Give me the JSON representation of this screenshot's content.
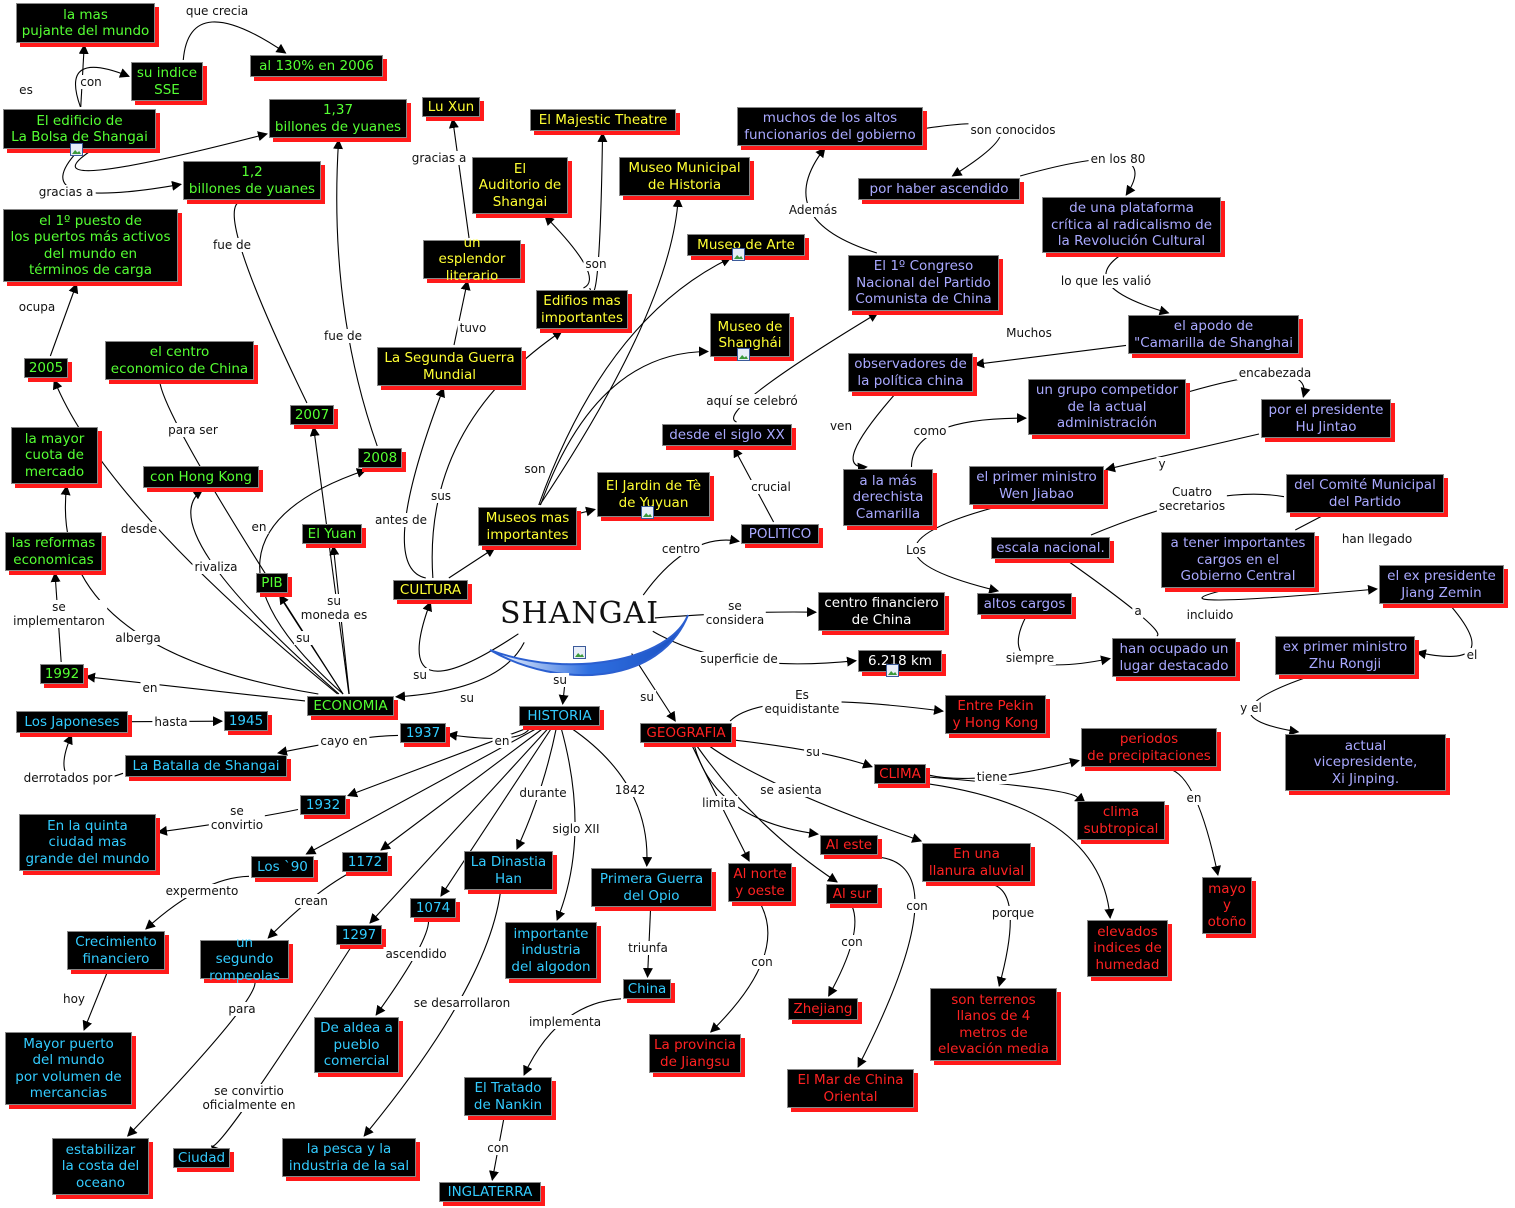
{
  "center": {
    "title": "SHANGAI"
  },
  "nodes": [
    {
      "id": "pujante",
      "text": "la mas\npujante del mundo",
      "c": "g"
    },
    {
      "id": "sse",
      "text": "su indice\nSSE",
      "c": "g"
    },
    {
      "id": "130",
      "text": "al 130% en 2006",
      "c": "g"
    },
    {
      "id": "bolsa",
      "text": "El edificio de\nLa Bolsa de Shangai",
      "c": "g"
    },
    {
      "id": "137",
      "text": "1,37\nbillones de yuanes",
      "c": "g"
    },
    {
      "id": "12",
      "text": "1,2\nbillones de yuanes",
      "c": "g"
    },
    {
      "id": "puesto",
      "text": "el 1º puesto de\nlos puertos más activos\ndel mundo en\ntérminos de carga",
      "c": "g"
    },
    {
      "id": "2005",
      "text": "2005",
      "c": "g"
    },
    {
      "id": "centroeco",
      "text": "el centro\neconomico de China",
      "c": "g"
    },
    {
      "id": "2007",
      "text": "2007",
      "c": "g"
    },
    {
      "id": "2008",
      "text": "2008",
      "c": "g"
    },
    {
      "id": "mayorcuota",
      "text": "la mayor\ncuota de\nmercado",
      "c": "g"
    },
    {
      "id": "hongkong",
      "text": "con Hong Kong",
      "c": "g"
    },
    {
      "id": "yuan",
      "text": "El Yuan",
      "c": "g"
    },
    {
      "id": "reformas",
      "text": "las reformas\neconomicas",
      "c": "g"
    },
    {
      "id": "pib",
      "text": "PIB",
      "c": "g"
    },
    {
      "id": "1992",
      "text": "1992",
      "c": "g"
    },
    {
      "id": "economia",
      "text": "ECONOMIA",
      "c": "g"
    },
    {
      "id": "luxun",
      "text": "Lu Xun",
      "c": "y"
    },
    {
      "id": "majestic",
      "text": "El Majestic Theatre",
      "c": "y"
    },
    {
      "id": "auditorio",
      "text": "El\nAuditorio de\nShangai",
      "c": "y"
    },
    {
      "id": "esplendor",
      "text": "un esplendor\nliterario",
      "c": "y"
    },
    {
      "id": "edificios",
      "text": "Edifios mas\nimportantes",
      "c": "y"
    },
    {
      "id": "segunda",
      "text": "La Segunda Guerra\nMundial",
      "c": "y"
    },
    {
      "id": "museohist",
      "text": "Museo Municipal\nde Historia",
      "c": "y"
    },
    {
      "id": "museoarte",
      "text": "Museo de Arte",
      "c": "y"
    },
    {
      "id": "museoshang",
      "text": "Museo de\nShanghái",
      "c": "y"
    },
    {
      "id": "jardin",
      "text": "El Jardin de Tè\nde Yuyuan",
      "c": "y"
    },
    {
      "id": "museos",
      "text": "Museos mas\nimportantes",
      "c": "y"
    },
    {
      "id": "cultura",
      "text": "CULTURA",
      "c": "y"
    },
    {
      "id": "funcionarios",
      "text": "muchos de los altos\nfuncionarios del gobierno",
      "c": "p"
    },
    {
      "id": "ascendido",
      "text": "por haber ascendido",
      "c": "p"
    },
    {
      "id": "plataforma",
      "text": "de una plataforma\ncrítica al radicalismo de\nla Revolución Cultural",
      "c": "p"
    },
    {
      "id": "congreso",
      "text": "El 1º Congreso\nNacional del Partido\nComunista de China",
      "c": "p"
    },
    {
      "id": "camarilla",
      "text": "el apodo de\n\"Camarilla de Shanghai",
      "c": "p"
    },
    {
      "id": "observadores",
      "text": "observadores de\nla política china",
      "c": "p"
    },
    {
      "id": "competidor",
      "text": "un grupo competidor\nde la actual\nadministración",
      "c": "p"
    },
    {
      "id": "hujintao",
      "text": "por el presidente\nHu Jintao",
      "c": "p"
    },
    {
      "id": "sigloxx",
      "text": "desde el siglo XX",
      "c": "p"
    },
    {
      "id": "derechista",
      "text": "a la más\nderechista\nCamarilla",
      "c": "p"
    },
    {
      "id": "wenjiabao",
      "text": "el primer ministro\nWen Jiabao",
      "c": "p"
    },
    {
      "id": "comite",
      "text": "del Comité Municipal\ndel Partido",
      "c": "p"
    },
    {
      "id": "politico",
      "text": "POLITICO",
      "c": "p"
    },
    {
      "id": "escala",
      "text": "escala nacional.",
      "c": "p"
    },
    {
      "id": "cargos",
      "text": "a tener importantes\ncargos en el\nGobierno Central",
      "c": "p"
    },
    {
      "id": "altos",
      "text": "altos cargos",
      "c": "p"
    },
    {
      "id": "jiang",
      "text": "el ex presidente\nJiang Zemin",
      "c": "p"
    },
    {
      "id": "ocupado",
      "text": "han ocupado un\nlugar destacado",
      "c": "p"
    },
    {
      "id": "zhu",
      "text": "ex primer ministro\nZhu Rongji",
      "c": "p"
    },
    {
      "id": "xijinping",
      "text": "actual\nvicepresidente,\nXi Jinping.",
      "c": "p"
    },
    {
      "id": "centrofin",
      "text": "centro financiero\nde China",
      "c": "w"
    },
    {
      "id": "6218",
      "text": "6.218 km",
      "c": "w"
    },
    {
      "id": "japoneses",
      "text": "Los Japoneses",
      "c": "c"
    },
    {
      "id": "1945",
      "text": "1945",
      "c": "c"
    },
    {
      "id": "1937",
      "text": "1937",
      "c": "c"
    },
    {
      "id": "batalla",
      "text": "La Batalla de Shangai",
      "c": "c"
    },
    {
      "id": "historia",
      "text": "HISTORIA",
      "c": "c"
    },
    {
      "id": "1932",
      "text": "1932",
      "c": "c"
    },
    {
      "id": "quinta",
      "text": "En la quinta\nciudad mas\ngrande del mundo",
      "c": "c"
    },
    {
      "id": "los90",
      "text": "Los `90",
      "c": "c"
    },
    {
      "id": "1172",
      "text": "1172",
      "c": "c"
    },
    {
      "id": "dinastia",
      "text": "La Dinastia\nHan",
      "c": "c"
    },
    {
      "id": "opio",
      "text": "Primera Guerra\ndel Opio",
      "c": "c"
    },
    {
      "id": "crecimiento",
      "text": "Crecimiento\nfinanciero",
      "c": "c"
    },
    {
      "id": "rompeolas",
      "text": "un segundo\nrompeolas",
      "c": "c"
    },
    {
      "id": "1074",
      "text": "1074",
      "c": "c"
    },
    {
      "id": "1297",
      "text": "1297",
      "c": "c"
    },
    {
      "id": "algodon",
      "text": "importante\nindustria\ndel algodon",
      "c": "c"
    },
    {
      "id": "china",
      "text": "China",
      "c": "c"
    },
    {
      "id": "aldea",
      "text": "De aldea a\npueblo\ncomercial",
      "c": "c"
    },
    {
      "id": "mayorpuerto",
      "text": "Mayor puerto\ndel mundo\npor volumen de\nmercancias",
      "c": "c"
    },
    {
      "id": "tratado",
      "text": "El Tratado\nde Nankin",
      "c": "c"
    },
    {
      "id": "estabilizar",
      "text": "estabilizar\nla costa del\noceano",
      "c": "c"
    },
    {
      "id": "ciudad",
      "text": "Ciudad",
      "c": "c"
    },
    {
      "id": "pesca",
      "text": "la pesca y la\nindustria de la sal",
      "c": "c"
    },
    {
      "id": "inglaterra",
      "text": "INGLATERRA",
      "c": "c"
    },
    {
      "id": "geografia",
      "text": "GEOGRAFIA",
      "c": "r"
    },
    {
      "id": "pekin",
      "text": "Entre Pekin\ny Hong Kong",
      "c": "r"
    },
    {
      "id": "periodos",
      "text": "periodos\nde precipitaciones",
      "c": "r"
    },
    {
      "id": "clima",
      "text": "CLIMA",
      "c": "r"
    },
    {
      "id": "subtropical",
      "text": "clima\nsubtropical",
      "c": "r"
    },
    {
      "id": "alnorte",
      "text": "Al norte\ny oeste",
      "c": "r"
    },
    {
      "id": "aleste",
      "text": "Al este",
      "c": "r"
    },
    {
      "id": "alsur",
      "text": "Al sur",
      "c": "r"
    },
    {
      "id": "llanura",
      "text": "En una\nllanura aluvial",
      "c": "r"
    },
    {
      "id": "mayo",
      "text": "mayo\ny\notoño",
      "c": "r"
    },
    {
      "id": "humedad",
      "text": "elevados\nindices de\nhumedad",
      "c": "r"
    },
    {
      "id": "zhejiang",
      "text": "Zhejiang",
      "c": "r"
    },
    {
      "id": "terrenos",
      "text": "son terrenos\nllanos de 4\nmetros de\nelevación media",
      "c": "r"
    },
    {
      "id": "jiangsu",
      "text": "La provincia\nde Jiangsu",
      "c": "r"
    },
    {
      "id": "marchina",
      "text": "El Mar de China\nOriental",
      "c": "r"
    }
  ],
  "labels": [
    "que crecia",
    "con",
    "es",
    "gracias a",
    "fue de",
    "ocupa",
    "fue de",
    "para ser",
    "desde",
    "rivaliza",
    "en",
    "su\nmoneda es",
    "su",
    "se\nimplementaron",
    "alberga",
    "en",
    "su",
    "su",
    "antes de",
    "sus",
    "tuvo",
    "gracias a",
    "son",
    "son",
    "centro",
    "crucial",
    "aquí se celebró",
    "Además",
    "son conocidos",
    "en los 80",
    "lo que les valió",
    "Muchos",
    "ven",
    "como",
    "encabezada",
    "y",
    "Cuatro\nsecretarios",
    "han llegado",
    "incluido",
    "el",
    "y el",
    "Los",
    "siempre",
    "a",
    "se\nconsidera",
    "superficie de",
    "su",
    "hasta",
    "derrotados por",
    "cayo en",
    "en",
    "se\nconvirtio",
    "expermento",
    "crean",
    "hoy",
    "para",
    "ascendido",
    "se convirtio\noficialmente en",
    "se desarrollaron",
    "durante",
    "siglo XII",
    "1842",
    "triunfa",
    "implementa",
    "con",
    "su",
    "Es\nequidistante",
    "su",
    "tiene",
    "en",
    "se asienta",
    "limita",
    "con",
    "con",
    "con",
    "porque"
  ]
}
